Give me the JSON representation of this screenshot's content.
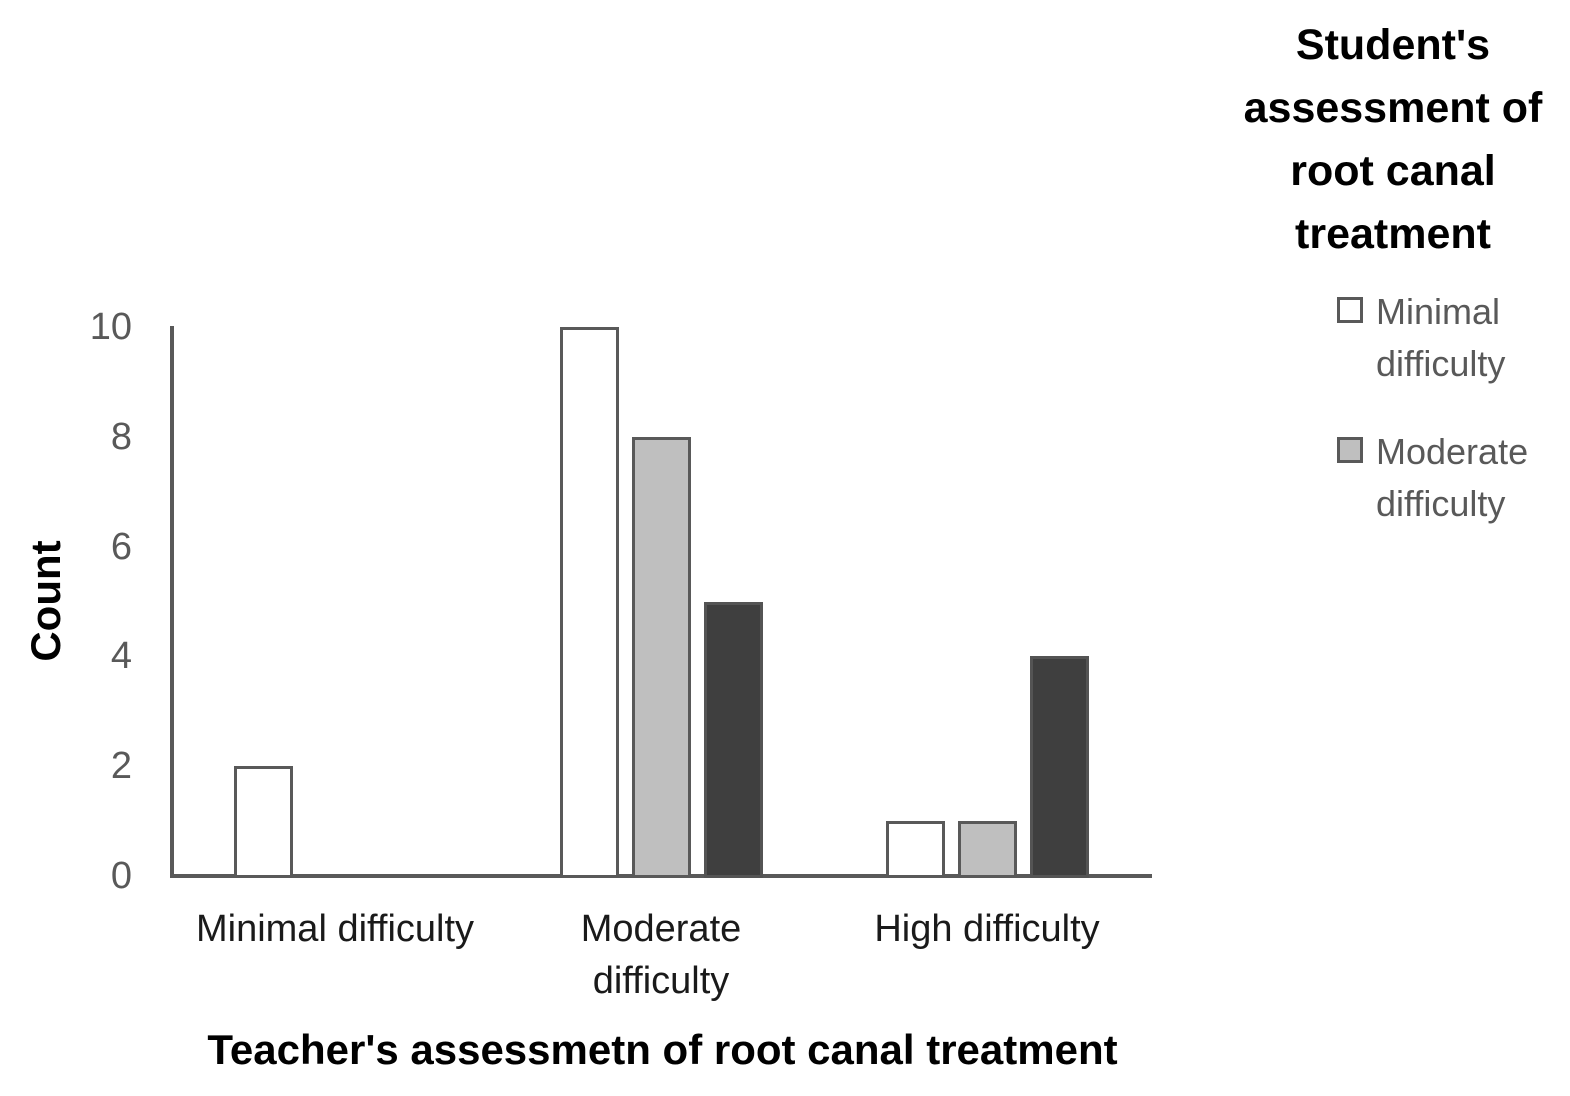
{
  "page": {
    "background": "#ffffff"
  },
  "legend": {
    "title": "Student's assessment of root canal treatment",
    "items": [
      {
        "label": "Minimal difficulty",
        "fill": "#FFFFFF",
        "border": "#595959"
      },
      {
        "label": "Moderate difficulty",
        "fill": "#BFBFBF",
        "border": "#595959"
      }
    ]
  },
  "chart_data": {
    "type": "bar",
    "title": "",
    "xlabel": "Teacher's assessmetn of root canal treatment",
    "ylabel": "Count",
    "ylim": [
      0,
      10
    ],
    "yticks": [
      0,
      2,
      4,
      6,
      8,
      10
    ],
    "grid": false,
    "legend_position": "right-top",
    "categories": [
      "Minimal difficulty",
      "Moderate difficulty",
      "High difficulty"
    ],
    "category_label_lines": [
      [
        "Minimal difficulty"
      ],
      [
        "Moderate",
        "difficulty"
      ],
      [
        "High difficulty"
      ]
    ],
    "series": [
      {
        "name": "Minimal difficulty",
        "fill": "#FFFFFF",
        "border": "#595959",
        "values": [
          2,
          10,
          1
        ]
      },
      {
        "name": "Moderate difficulty",
        "fill": "#BFBFBF",
        "border": "#595959",
        "values": [
          0,
          8,
          1
        ]
      },
      {
        "name": "High difficulty",
        "fill": "#3F3F3F",
        "border": "#545454",
        "values": [
          0,
          5,
          4
        ]
      }
    ],
    "axis_color": "#595959",
    "y_tick_label_color": "#595959",
    "x_tick_label_color": "#1a1a1a"
  }
}
